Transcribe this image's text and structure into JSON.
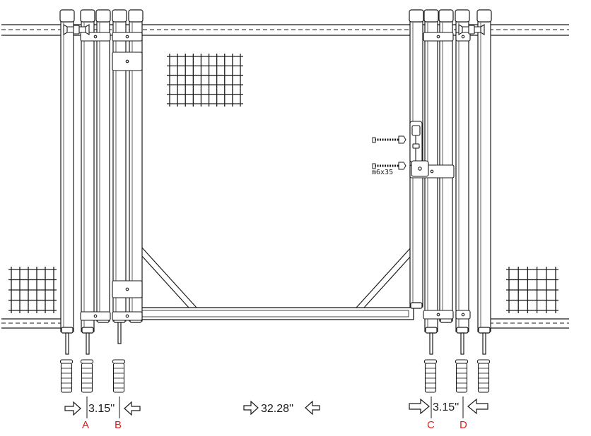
{
  "dimensions": {
    "left_gap": "3.15''",
    "center_width": "32.28''",
    "right_gap": "3.15''"
  },
  "hardware": {
    "bolt_label": "m6x35"
  },
  "markers": {
    "a": "A",
    "b": "B",
    "c": "C",
    "d": "D"
  },
  "colors": {
    "line": "#1a1a1a",
    "marker": "#e02020"
  }
}
